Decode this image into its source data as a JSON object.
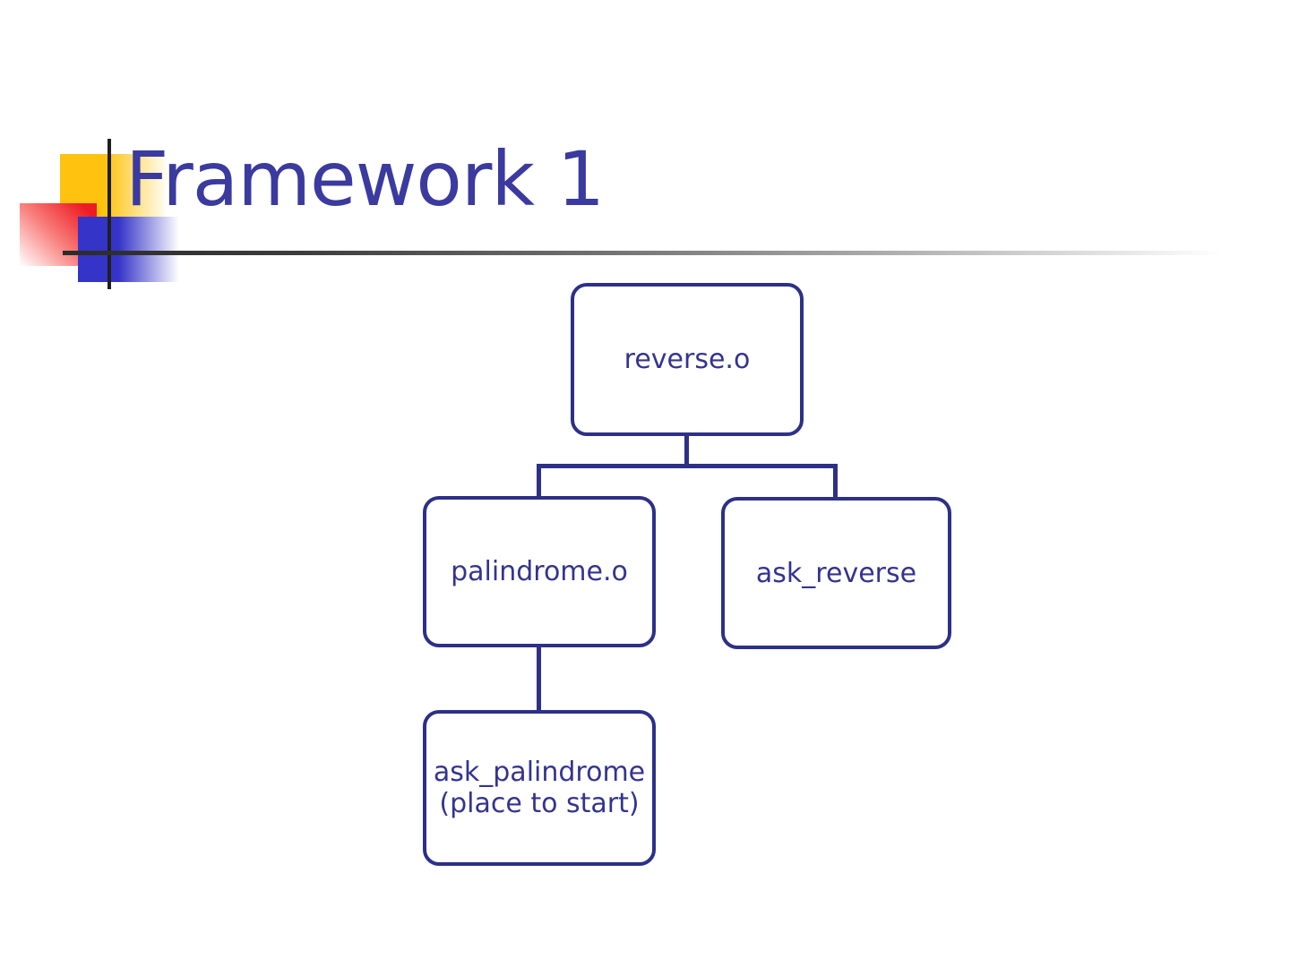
{
  "slide": {
    "title": "Framework 1"
  },
  "palette": {
    "title_color": "#3A3A9F",
    "node_border": "#2D3087",
    "node_text": "#34348F",
    "connector": "#2D3087",
    "accent_yellow": "#FFC20E",
    "accent_red": "#ED1C24",
    "accent_blue": "#3434C8",
    "rule_dark": "#2B2B2B"
  },
  "diagram": {
    "type": "tree",
    "nodes": [
      {
        "id": "reverse.o",
        "label": "reverse.o",
        "children": [
          "palindrome.o",
          "ask_reverse"
        ]
      },
      {
        "id": "palindrome.o",
        "label": "palindrome.o",
        "children": [
          "ask_palindrome"
        ]
      },
      {
        "id": "ask_reverse",
        "label": "ask_reverse",
        "children": []
      },
      {
        "id": "ask_palindrome",
        "label": "ask_palindrome",
        "label_line2": "(place to start)",
        "children": []
      }
    ]
  }
}
